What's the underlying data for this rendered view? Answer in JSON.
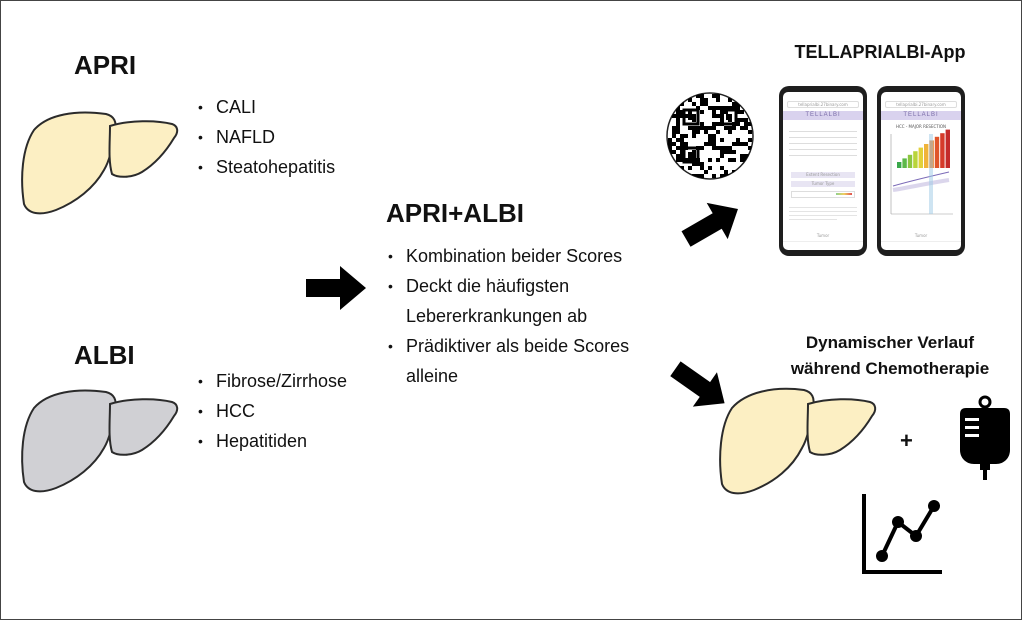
{
  "apri": {
    "title": "APRI",
    "items": [
      "CALI",
      "NAFLD",
      "Steatohepatitis"
    ]
  },
  "albi": {
    "title": "ALBI",
    "items": [
      "Fibrose/Zirrhose",
      "HCC",
      "Hepatitiden"
    ]
  },
  "combo": {
    "title": "APRI+ALBI",
    "items": [
      "Kombination beider Scores",
      "Deckt die häufigsten",
      "Lebererkrankungen ab",
      "Prädiktiver als beide Scores",
      "alleine"
    ]
  },
  "app": {
    "title": "TELLAPRIALBI-App",
    "phone_url": "tellaprialbi.27binary.com",
    "phone_brand": "TELLALBI",
    "phone_chart_title": "HCC - MAJOR RESECTION",
    "phone_button1": "Extent Resection",
    "phone_button2": "Tumor Type",
    "phone_footer": "Tumor"
  },
  "dynamic": {
    "line1": "Dynamischer Verlauf",
    "line2": "während Chemotherapie",
    "plus": "+"
  },
  "colors": {
    "apri_liver_fill": "#fcefc3",
    "albi_liver_fill": "#d0d0d4",
    "outline": "#2b2b2b",
    "arrow": "#000000",
    "phone_header": "#d9d2ee"
  },
  "icons": [
    "liver-icon",
    "arrow-icon",
    "qr-code-icon",
    "smartphone-icon",
    "infusion-bag-icon",
    "line-chart-icon"
  ]
}
